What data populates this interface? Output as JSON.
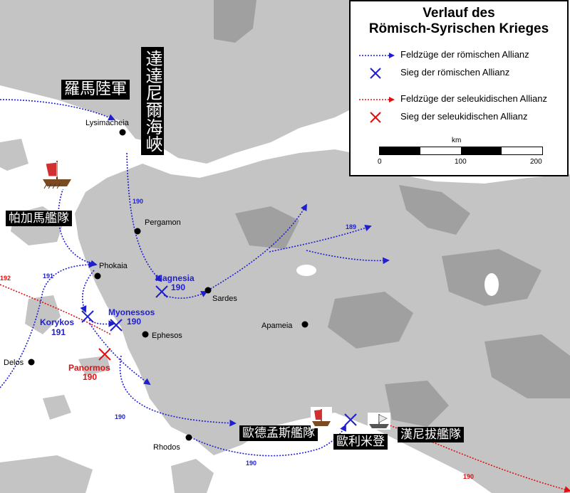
{
  "legend": {
    "title_line1": "Verlauf des",
    "title_line2": "Römisch-Syrischen Krieges",
    "items": [
      {
        "label": "Feldzüge der römischen Allianz",
        "color": "#1f1fd0"
      },
      {
        "label": "Sieg der römischen Allianz",
        "color": "#1f1fd0"
      },
      {
        "label": "Feldzüge der seleukidischen Allianz",
        "color": "#e01010"
      },
      {
        "label": "Sieg der seleukidischen Allianz",
        "color": "#e01010"
      }
    ],
    "scale": {
      "unit": "km",
      "ticks": [
        "0",
        "100",
        "200"
      ]
    }
  },
  "places": {
    "lysimacheia": "Lysimacheia",
    "pergamon": "Pergamon",
    "phokaia": "Phokaia",
    "sardes": "Sardes",
    "ephesos": "Ephesos",
    "apameia": "Apameia",
    "delos": "Delos",
    "rhodos": "Rhodos"
  },
  "battles": {
    "magnesia": {
      "name": "Magnesia",
      "year": "190",
      "side": "roman"
    },
    "myonessos": {
      "name": "Myonessos",
      "year": "190",
      "side": "roman"
    },
    "korykos": {
      "name": "Korykos",
      "year": "191",
      "side": "roman"
    },
    "panormos": {
      "name": "Panormos",
      "year": "190",
      "side": "seleucid"
    }
  },
  "route_years": {
    "north_south": "190",
    "east": "189",
    "aegean": "191",
    "sw": "190",
    "south": "190",
    "red_south": "190",
    "red_west": "192"
  },
  "chinese_labels": {
    "roman_army": "羅馬陸軍",
    "dardanelles": "達達尼爾海峽",
    "pergamon_fleet": "帕加馬艦隊",
    "eudemus_fleet": "歐德孟斯艦隊",
    "eurymedon": "歐利米登",
    "hannibal_fleet": "漢尼拔艦隊"
  },
  "colors": {
    "roman": "#1f1fd0",
    "seleucid": "#e01010",
    "land": "#c0c0c0",
    "land_dark": "#9a9a9a",
    "sea": "#ffffff"
  }
}
